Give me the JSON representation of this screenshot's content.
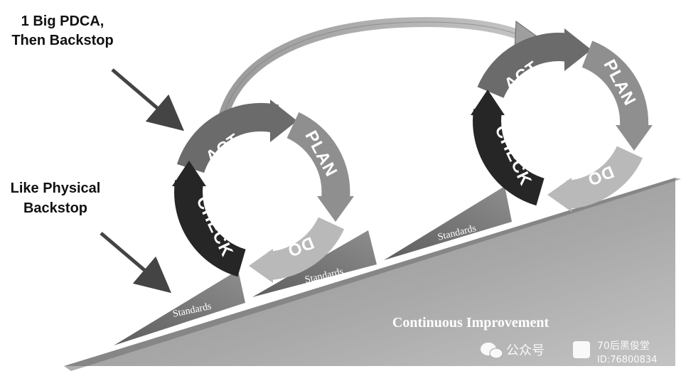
{
  "annotations": {
    "top_label_line1": "1 Big PDCA,",
    "top_label_line2": "Then Backstop",
    "mid_label_line1": "Like Physical",
    "mid_label_line2": "Backstop"
  },
  "cycle_left": {
    "act": "ACT",
    "plan": "PLAN",
    "do": "DO",
    "check": "CHECK"
  },
  "cycle_right": {
    "act": "ACT",
    "plan": "PLAN",
    "do": "DO",
    "check": "CHECK"
  },
  "wedges": {
    "standards_1": "Standards",
    "standards_2": "Standards",
    "standards_3": "Standards"
  },
  "ramp_label": "Continuous Improvement",
  "watermark": {
    "channel": "公众号",
    "author": "70后黑俊堂",
    "id": "ID:76800834"
  },
  "colors": {
    "act": "#6b6b6b",
    "plan": "#8f8f8f",
    "do": "#b9b9b9",
    "check": "#262626",
    "ramp": "#a5a5a5",
    "wedge": "#7c7c7c"
  }
}
